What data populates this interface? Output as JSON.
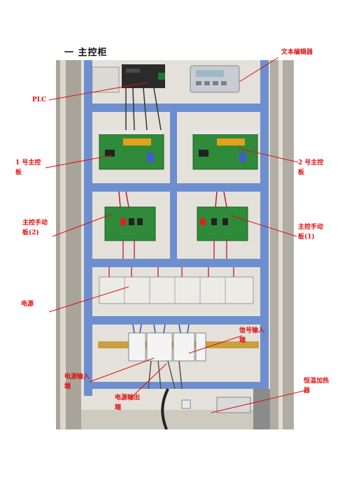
{
  "heading": "一 主控柜",
  "labels": {
    "plc": "PLC",
    "text_editor": "文本编辑器",
    "main_board_1_line1": "1 号主控",
    "main_board_1_line2": "板",
    "main_board_2_line1": "2 号主控",
    "main_board_2_line2": "板",
    "manual_board_2_line1": "主控手动",
    "manual_board_2_line2": "板(2)",
    "manual_board_1_line1": "主控手动",
    "manual_board_1_line2": "板(1)",
    "power_supply": "电源",
    "signal_input_line1": "信号输入",
    "signal_input_line2": "端",
    "power_input_line1": "电源输入",
    "power_input_line2": "端",
    "power_output_line1": "电源输出",
    "power_output_line2": "端",
    "heater_line1": "恒温加热",
    "heater_line2": "器"
  },
  "colors": {
    "label_red": "#e01010",
    "rail_blue": "#6d8fcf",
    "pcb_green": "#2f8a3a",
    "cabinet_gray": "#c9c6bd"
  }
}
